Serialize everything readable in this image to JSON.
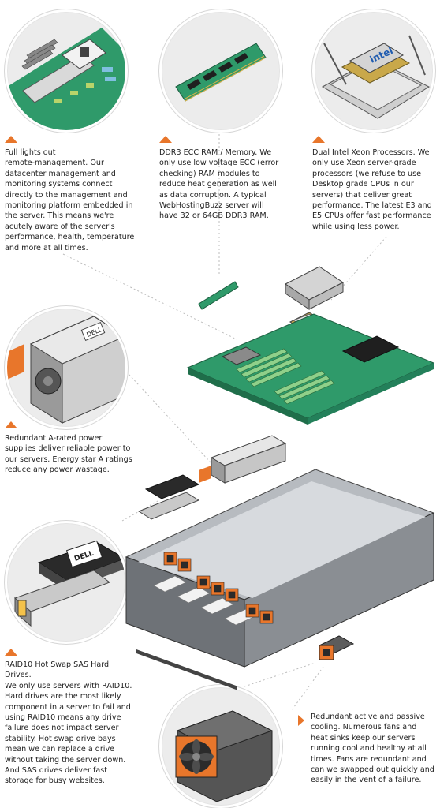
{
  "features": {
    "remote_management": {
      "lines": [
        "Full lights out",
        "remote-management. Our",
        "datacenter management and",
        "monitoring systems connect",
        "directly to the management and",
        "monitoring platform embedded in",
        "the server. This means we're",
        "acutely aware of the server's",
        "performance, health, temperature",
        "and more at all times."
      ]
    },
    "memory": {
      "lines": [
        "DDR3 ECC RAM / Memory. We",
        "only use low voltage ECC (error",
        "checking) RAM modules to",
        "reduce heat generation as well",
        "as data corruption. A typical",
        "WebHostingBuzz server will",
        "have 32 or 64GB DDR3 RAM."
      ]
    },
    "processors": {
      "lines": [
        "Dual Intel Xeon Processors. We",
        "only use Xeon server-grade",
        "processors (we refuse to use",
        "Desktop grade CPUs in our",
        "servers) that deliver great",
        "performance. The latest E3 and",
        "E5 CPUs offer fast performance",
        "while using less power."
      ],
      "chip_label": "intel"
    },
    "power": {
      "lines": [
        "Redundant A-rated power",
        "supplies deliver reliable power to",
        "our servers. Energy star A ratings",
        "reduce any power wastage."
      ],
      "psu_label": "DELL"
    },
    "storage": {
      "lines": [
        "RAID10 Hot Swap SAS Hard",
        "Drives.",
        "We only use servers with RAID10.",
        "Hard drives are the most likely",
        "component in a server to fail and",
        "using RAID10 means any drive",
        "failure does not impact server",
        "stability. Hot swap drive bays",
        "mean we can replace a drive",
        "without taking the server down.",
        "And SAS drives deliver fast",
        "storage for busy websites."
      ],
      "drive_label": "DELL"
    },
    "cooling": {
      "lines": [
        "Redundant active and passive",
        "cooling. Numerous fans and",
        "heat sinks keep our servers",
        "running cool and healthy at all",
        "times. Fans are redundant and",
        "can we swapped out quickly and",
        "easily in the vent of a failure."
      ]
    }
  },
  "colors": {
    "accent_orange": "#e8762b",
    "pcb_green": "#2f9a6a",
    "circle_bg": "#ececec",
    "chassis_gray": "#8a8e93",
    "text": "#222222"
  },
  "icons": [
    "motherboard-detail",
    "ram-module",
    "cpu-socket",
    "power-supply",
    "hard-drive",
    "cooling-fan"
  ]
}
